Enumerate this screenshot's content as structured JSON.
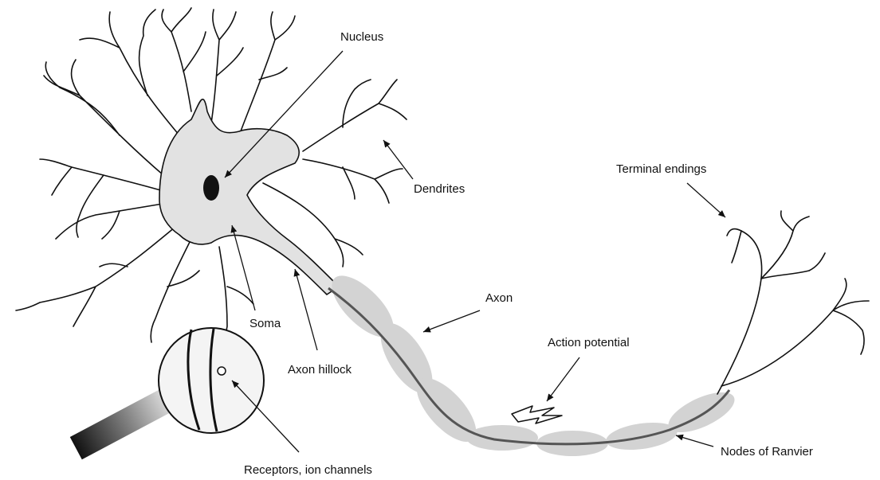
{
  "labels": {
    "nucleus": "Nucleus",
    "dendrites": "Dendrites",
    "terminal_endings": "Terminal endings",
    "axon": "Axon",
    "action_potential": "Action potential",
    "soma": "Soma",
    "axon_hillock": "Axon hillock",
    "nodes_of_ranvier": "Nodes of Ranvier",
    "receptors": "Receptors, ion channels"
  },
  "colors": {
    "soma_fill": "#e2e2e2",
    "myelin_fill": "#d3d3d3",
    "axon_stroke": "#555555",
    "line": "#111111"
  }
}
